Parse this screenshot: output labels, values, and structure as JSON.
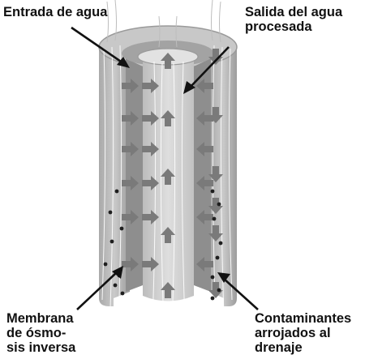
{
  "labels": {
    "entrada": "Entrada de agua",
    "salida": [
      "Salida del agua",
      "procesada"
    ],
    "membrana": [
      "Membrana",
      "de ósmo-",
      "sis inversa"
    ],
    "contaminantes": [
      "Contaminantes",
      "arrojados al",
      "drenaje"
    ]
  },
  "colors": {
    "outer_wall": "#b9b9b9",
    "outer_wall_dark": "#8f8f8f",
    "membrane": "#8a8a8a",
    "core": "#cfcfcf",
    "arrow": "#7a7a7a",
    "pointer": "#111111",
    "particle": "#1f1f1f"
  },
  "icons": [
    "arrow-right-icon",
    "arrow-left-icon",
    "arrow-up-icon",
    "arrow-down-icon"
  ]
}
